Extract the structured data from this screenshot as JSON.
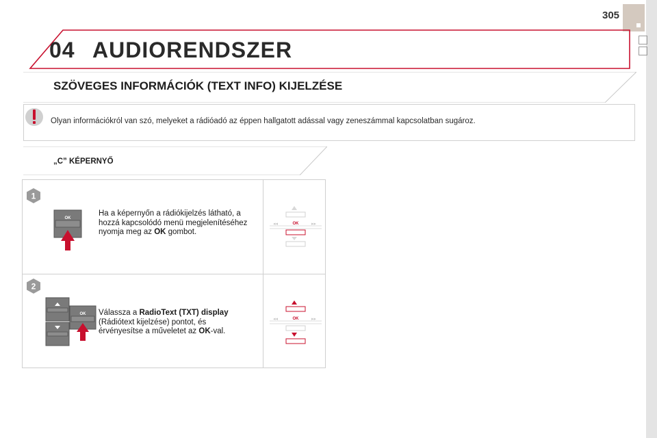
{
  "page": {
    "number": "305"
  },
  "chapter": {
    "number": "04",
    "title": "AUDIORENDSZER"
  },
  "section": {
    "title": "SZÖVEGES INFORMÁCIÓK (TEXT INFO) KIJELZÉSE"
  },
  "note": {
    "icon": "warning-icon",
    "text": "Olyan információkról van szó, melyeket a rádióadó az éppen hallgatott adással vagy zeneszámmal kapcsolatban sugároz."
  },
  "subsection": {
    "title": "„C” KÉPERNYŐ"
  },
  "steps": [
    {
      "number": "1",
      "text_before": "Ha a képernyőn a rádiókijelzés látható, a hozzá kapcsolódó menü megjelenítéséhez nyomja meg az ",
      "text_bold": "OK",
      "text_after": " gombot.",
      "key_label": "OK"
    },
    {
      "number": "2",
      "text_before": "Válassza a ",
      "text_bold": "RadioText (TXT) display",
      "text_mid": " (Rádiótext kijelzése) pontot, és érvényesítse a műveletet az ",
      "text_bold2": "OK",
      "text_after": "-val.",
      "key_label": "OK"
    }
  ],
  "colors": {
    "accent_red": "#c8102e",
    "tab_beige": "#d4c9bf",
    "frame_gray": "#cfcfcf"
  }
}
